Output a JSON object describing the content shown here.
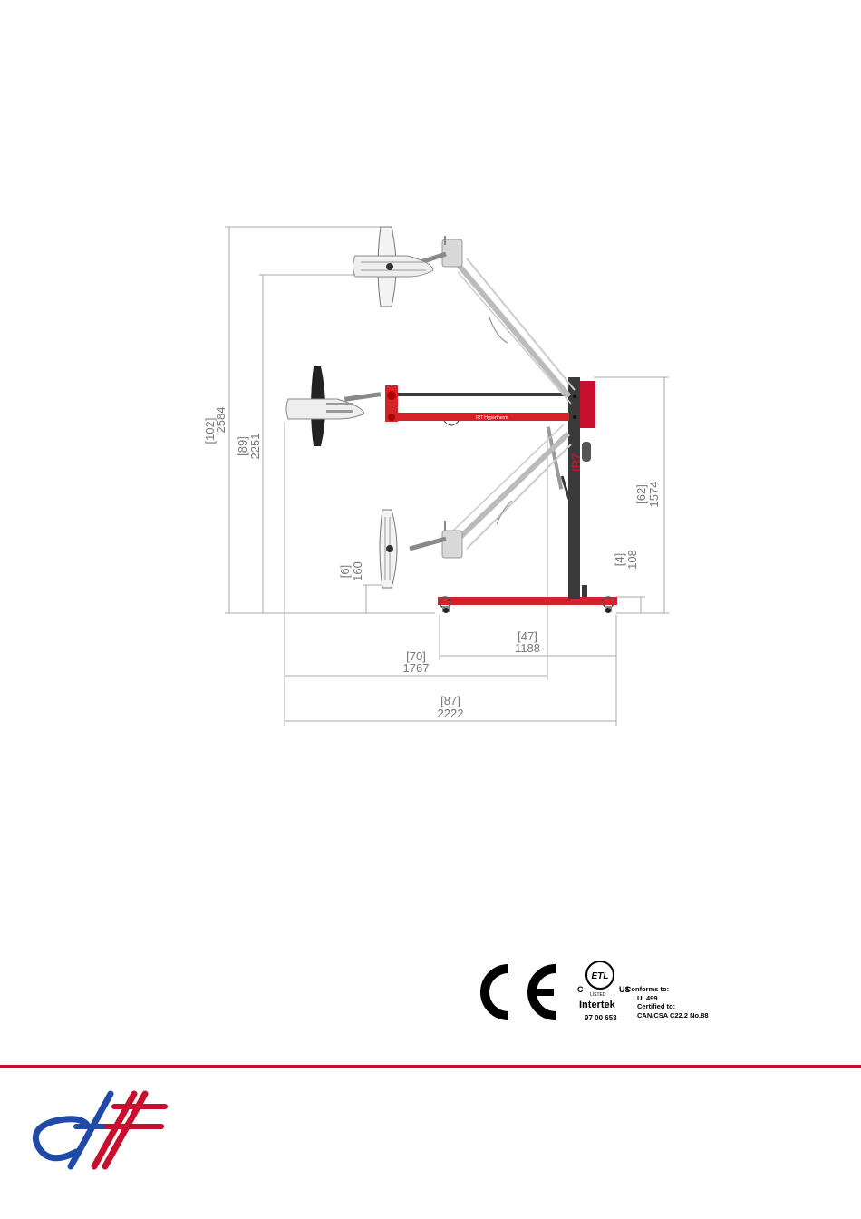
{
  "drawing": {
    "brand_mark": "IR7",
    "arm_label": "IRT Hypertherm",
    "dimensions": {
      "overall_height": {
        "mm": "2584",
        "in": "[102]"
      },
      "upper_height": {
        "mm": "2251",
        "in": "[89]"
      },
      "lower_height": {
        "mm": "160",
        "in": "[6]"
      },
      "arm_height": {
        "mm": "1574",
        "in": "[62]"
      },
      "base_height": {
        "mm": "108",
        "in": "[4]"
      },
      "base_width": {
        "mm": "1188",
        "in": "[47]"
      },
      "reach_width": {
        "mm": "1767",
        "in": "[70]"
      },
      "overall_width": {
        "mm": "2222",
        "in": "[87]"
      }
    }
  },
  "certifications": {
    "ce_mark": "CE",
    "etl": {
      "mark": "ETL",
      "c": "C",
      "us": "US",
      "listed": "LISTED",
      "brand": "Intertek",
      "number": "97 00 653",
      "lines": [
        "Conforms to:",
        "UL499",
        "Certified to:",
        "CAN/CSA C22.2 No.88"
      ]
    }
  },
  "colors": {
    "accent_red": "#c8102e",
    "logo_blue": "#1f4aa8",
    "frame_dark": "#3a3a3a"
  },
  "logo": {
    "icon": "company-logo-icon"
  }
}
